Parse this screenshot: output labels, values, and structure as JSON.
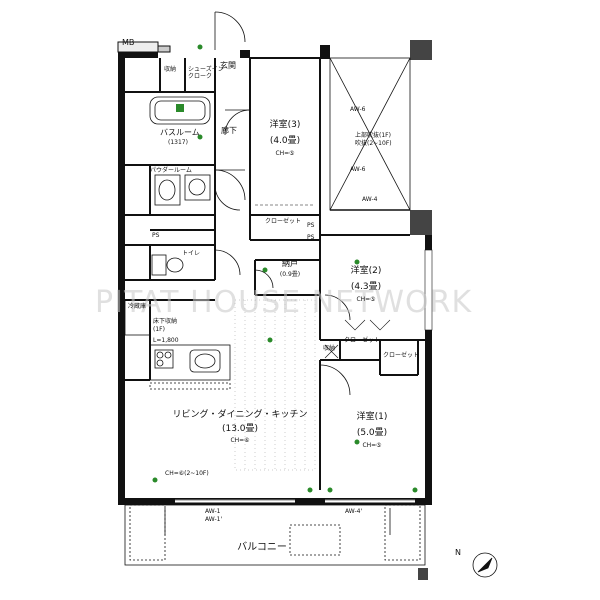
{
  "mb": "MB",
  "rooms": {
    "entrance": "玄関",
    "shoes_box": "シューズイン\nクローク",
    "storage_small": "収納",
    "bathroom": "バスルーム",
    "bathroom_size": "(1317)",
    "hallway": "廊下",
    "powder": "パウダールーム",
    "toilet": "トイレ",
    "western3": "洋室(3)",
    "western3_size": "(4.0畳)",
    "closet_a": "クローゼット",
    "nando": "納戸",
    "nando_size": "(0.9畳)",
    "western2": "洋室(2)",
    "western2_size": "(4.3畳)",
    "closet_b": "クローゼット",
    "closet_c": "クローゼット",
    "shuno": "収納",
    "ldk": "リビング・ダイニング・キッチン",
    "ldk_size": "(13.0畳)",
    "western1": "洋室(1)",
    "western1_size": "(5.0畳)",
    "balcony": "バルコニー",
    "upper": "上部吹抜(1F)",
    "upper2": "吹抜(2~10F)"
  },
  "fixtures": {
    "ps1": "PS",
    "ps2": "PS",
    "ps3": "PS",
    "refrigerator": "冷蔵庫",
    "floor_storage": "床下収納",
    "floor_storage2": "(1F)",
    "range": "L=1,800"
  },
  "tags": {
    "aw6a": "AW-6",
    "aw6b": "AW-6",
    "aw4": "AW-4",
    "aw1": "AW-1",
    "aw1b": "AW-1'",
    "aw4b": "AW-4'",
    "ch_ldk": "CH=⑥",
    "ch_w1": "CH=⑤",
    "ch_w3": "CH=⑤",
    "ch_w2": "CH=⑤",
    "ch_bottom": "CH=⑥(2~10F)"
  },
  "watermark": "PITAT HOUSE NETWORK",
  "compass": "N"
}
